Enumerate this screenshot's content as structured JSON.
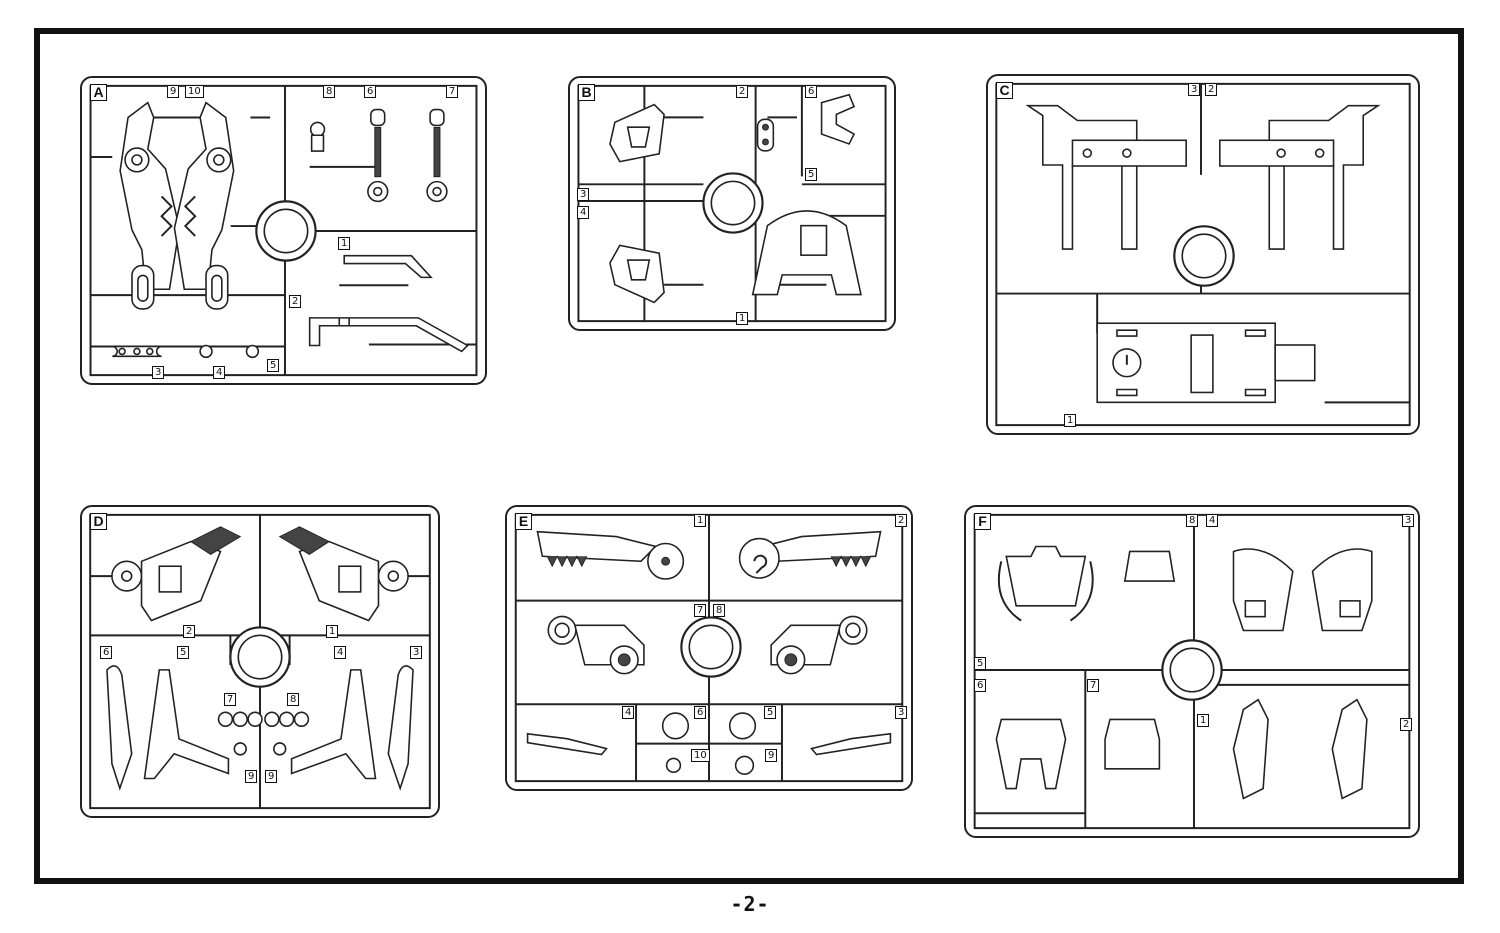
{
  "page_number": "-2-",
  "runners": [
    {
      "letter": "A",
      "tags": [
        "9",
        "10",
        "8",
        "6",
        "7",
        "1",
        "2",
        "3",
        "4",
        "5"
      ]
    },
    {
      "letter": "B",
      "tags": [
        "2",
        "6",
        "3",
        "4",
        "5",
        "1"
      ]
    },
    {
      "letter": "C",
      "tags": [
        "3",
        "2",
        "1"
      ]
    },
    {
      "letter": "D",
      "tags": [
        "2",
        "1",
        "6",
        "5",
        "4",
        "3",
        "7",
        "8",
        "9",
        "9"
      ]
    },
    {
      "letter": "E",
      "tags": [
        "1",
        "2",
        "7",
        "8",
        "4",
        "6",
        "5",
        "3",
        "10",
        "9"
      ]
    },
    {
      "letter": "F",
      "tags": [
        "8",
        "4",
        "3",
        "5",
        "6",
        "7",
        "1",
        "2"
      ]
    }
  ],
  "colors": {
    "line": "#222222",
    "frame": "#111111",
    "paper": "#ffffff"
  }
}
